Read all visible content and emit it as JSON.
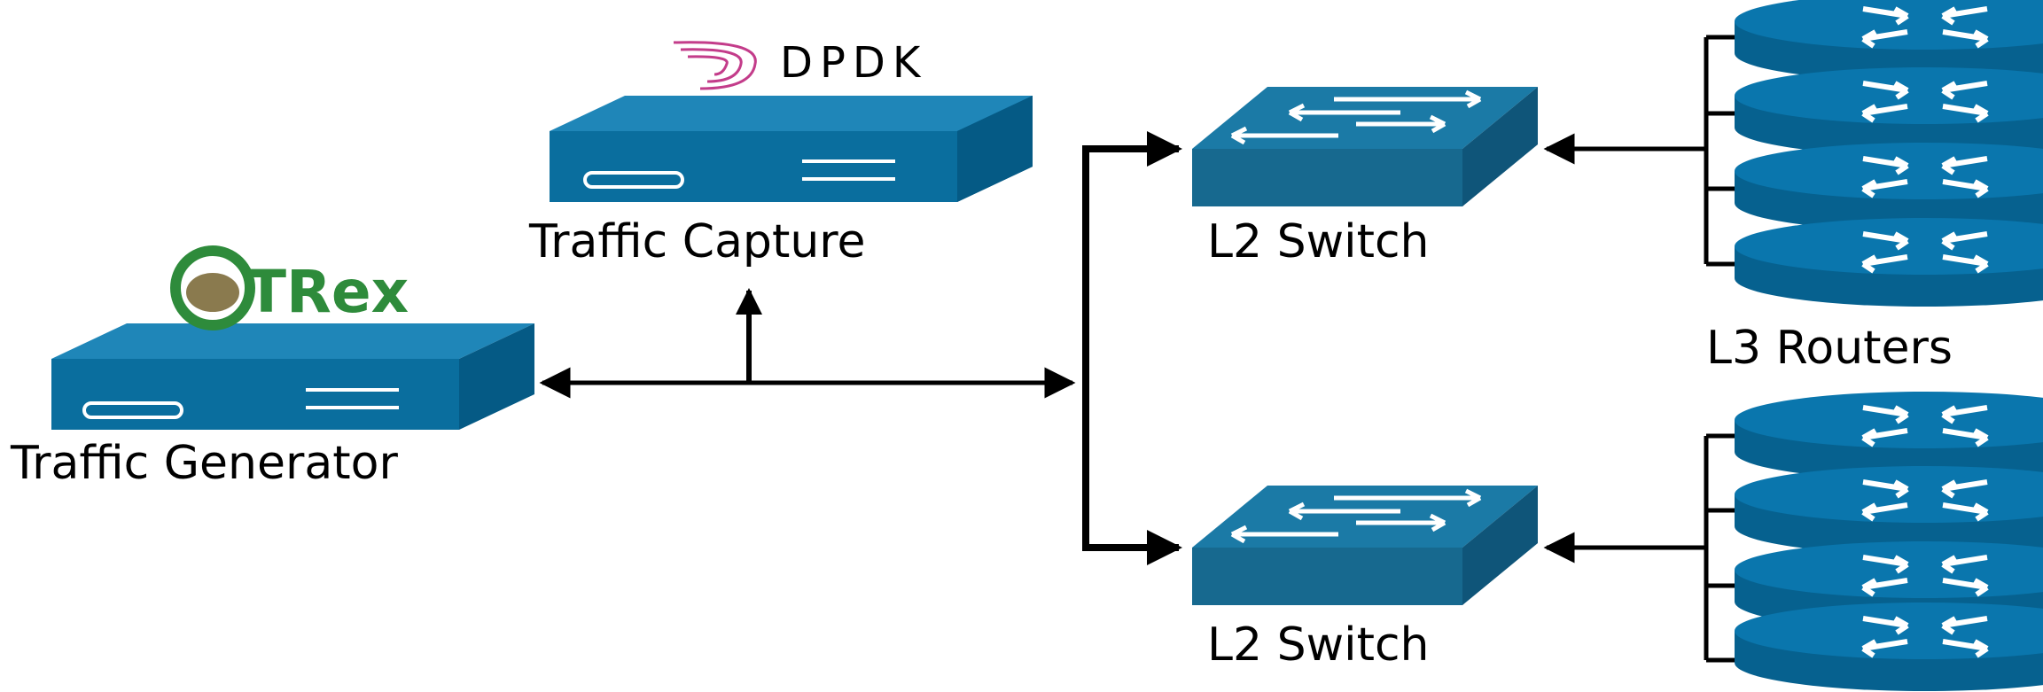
{
  "labels": {
    "traffic_capture": "Traffic Capture",
    "traffic_generator": "Traffic Generator",
    "l2_switch_top": "L2 Switch",
    "l2_switch_bottom": "L2 Switch",
    "l3_routers": "L3 Routers"
  },
  "logos": {
    "dpdk": "DPDK",
    "trex": "TRex"
  },
  "colors": {
    "device_front": "#0a6e9e",
    "device_top": "#1f86b8",
    "device_side": "#055a85",
    "switch_front": "#17698f",
    "switch_top": "#1b7aa6",
    "switch_side": "#0f5579",
    "router": "#0a76ad",
    "dpdk_accent": "#c33c8a",
    "dpdk_text": "#4a4a4a",
    "trex_green": "#2e8b3b",
    "line": "#000000"
  }
}
